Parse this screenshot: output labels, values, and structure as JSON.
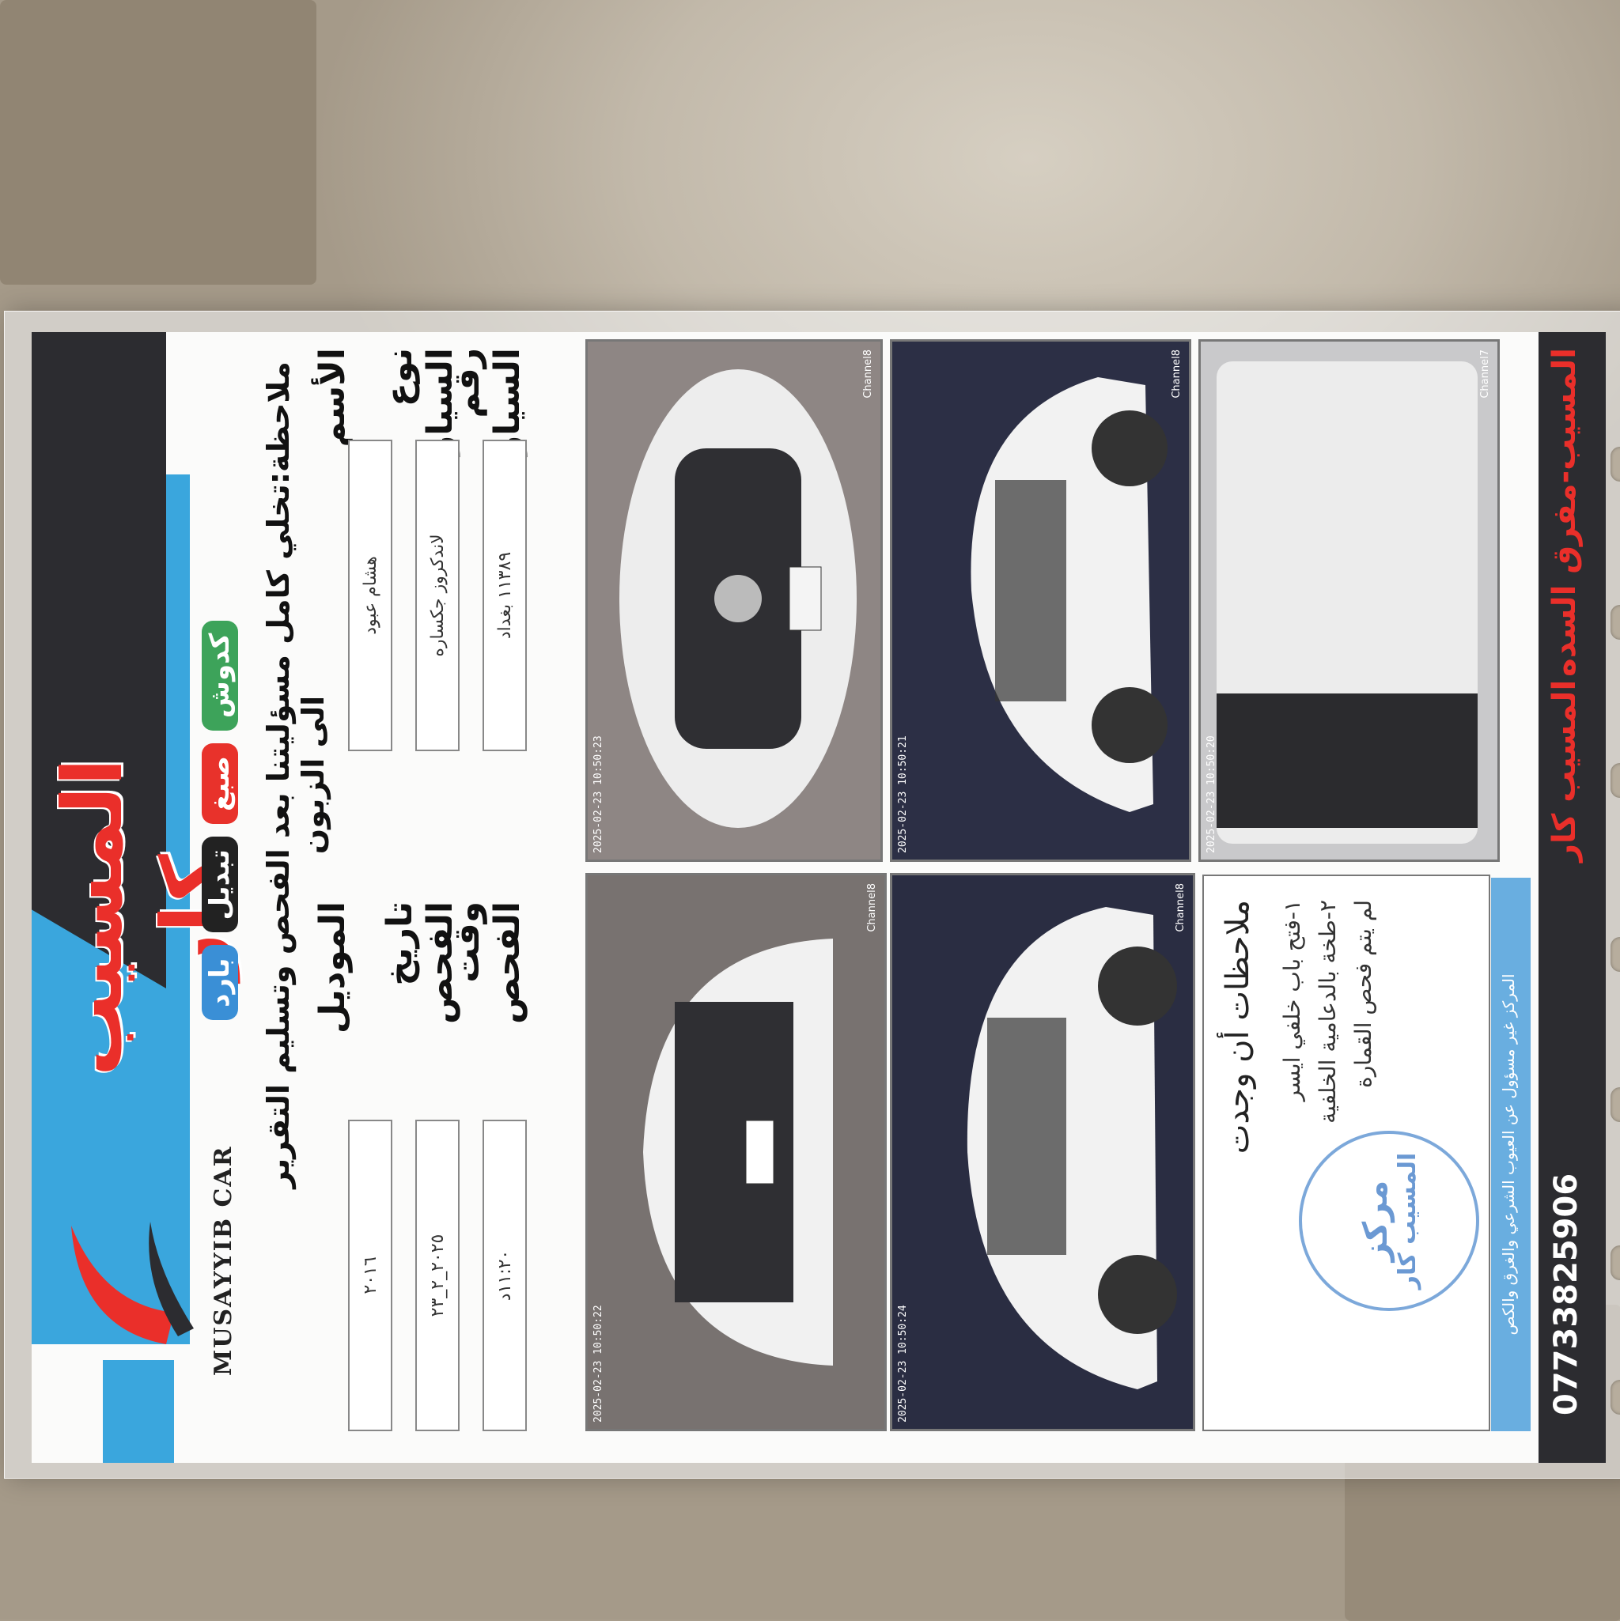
{
  "brand": {
    "name_ar": "المسيب كار",
    "logo_text": "MUSAYYIB CAR",
    "services": [
      {
        "label": "كدوش",
        "color": "#3da35a"
      },
      {
        "label": "صبغ",
        "color": "#e8322b"
      },
      {
        "label": "تبديل",
        "color": "#222222"
      },
      {
        "label": "بارد",
        "color": "#3a8fd6"
      }
    ],
    "accent": "#ea2f2a",
    "primary": "#3aa6dd",
    "dark": "#2c2c30"
  },
  "notice": "ملاحظة:تخلي كامل مسؤليتنا بعد الفحص وتسليم التقرير الى الزبون",
  "fields": {
    "name_label": "الأسم",
    "name_value": "هشام عبود",
    "model_label": "الموديل",
    "model_value": "٢٠١٦",
    "car_type_label": "نوع السياره",
    "car_type_value": "لاندكروز جكساره",
    "date_label": "تاريخ الفحص",
    "date_value": "٢٠٢٥_٢_٢٣",
    "plate_label": "رقم السياره",
    "plate_value": "١١٣٨٩ بغداد",
    "time_label": "وقت الفحص",
    "time_value": "١١:٢٠د"
  },
  "photos": [
    {
      "cam": "2025-02-23 10:50:23",
      "channel": "Channel8"
    },
    {
      "cam": "2025-02-23 10:50:21",
      "channel": "Channel8"
    },
    {
      "cam": "2025-02-23 10:50:20",
      "channel": "Channel7"
    },
    {
      "cam": "2025-02-23 10:50:22",
      "channel": "Channel8"
    },
    {
      "cam": "2025-02-23 10:50:24",
      "channel": "Channel8"
    }
  ],
  "plate_text": "11389",
  "notes": {
    "title": "ملاحظات أن وجدت",
    "lines": [
      "١-فتح باب خلفي ايسر",
      "٢-طخة بالدعامية الخلفية",
      "لم يتم فحص القمارة"
    ],
    "stamp_line1": "مركز",
    "stamp_line2": "المسيب كار"
  },
  "disclaimer": "المركز غير مسؤول عن العيوب الشرعي والغرق والكص",
  "footer": {
    "location": "المسيب-مفرق السده",
    "name": "المسيب كار",
    "phone": "07733825906"
  }
}
